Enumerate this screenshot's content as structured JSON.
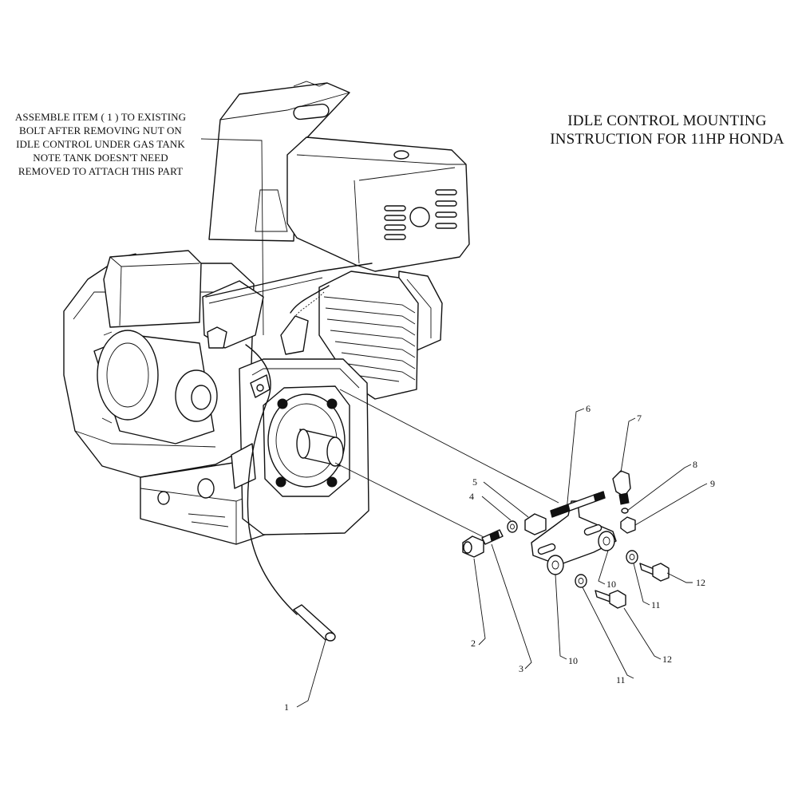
{
  "note": {
    "lines": [
      "ASSEMBLE ITEM ( 1 ) TO EXISTING",
      "BOLT AFTER REMOVING NUT ON",
      "IDLE CONTROL UNDER GAS TANK",
      "NOTE TANK DOESN'T NEED",
      "REMOVED TO ATTACH THIS PART"
    ]
  },
  "title": {
    "lines": [
      "IDLE CONTROL MOUNTING",
      "INSTRUCTION FOR 11HP HONDA"
    ]
  },
  "callouts": {
    "c1": "1",
    "c2": "2",
    "c3": "3",
    "c4": "4",
    "c5": "5",
    "c6": "6",
    "c7": "7",
    "c8": "8",
    "c9": "9",
    "c10a": "10",
    "c10b": "10",
    "c11a": "11",
    "c11b": "11",
    "c12a": "12",
    "c12b": "12"
  }
}
